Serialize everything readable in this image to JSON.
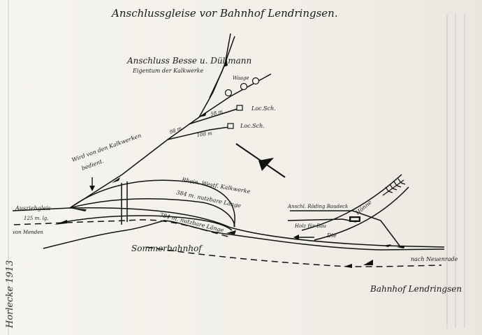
{
  "title": "Anschlussgleise vor Bahnhof Lendringsen.",
  "caption_side": "Horlecke 1913",
  "labels": {
    "anschluss_line1": "Anschluss Besse u. Düllmann",
    "anschluss_line2": "Eigentum der Kalkwerke",
    "waage": "Waage",
    "loc_sch_1": "Loc.Sch.",
    "loc_sch_2": "Loc.Sch.",
    "len_98": "98 m",
    "len_58": "58 m",
    "len_108": "108 m",
    "wird_line1": "Wird von den Kalkwerken",
    "wird_line2": "bedient.",
    "ausziehgleis": "Ausziehgleis",
    "len_125": "125 m. lg.",
    "von_menden": "von Menden",
    "rhein_line1": "Rhein. Westf. Kalkwerke",
    "nutz_384_a": "384 m. nutzbare Länge",
    "nutz_384_b": "384 m. nutzbare Länge",
    "dommel": "Sommerbahnhof",
    "hoenne": "Hönne",
    "die": "Die",
    "anschl_line1": "Anschl. Röding Baudeck",
    "anschl_line2": "Holz für Bau",
    "lendringsen": "Bahnhof Lendringsen",
    "nach_neuenrade": "nach Neuenrade"
  },
  "icons": {
    "north_arrow": "north-arrow-icon",
    "down_arrow": "down-arrow-icon",
    "left_arrow": "left-arrow-icon",
    "tree": "tree-icon"
  }
}
